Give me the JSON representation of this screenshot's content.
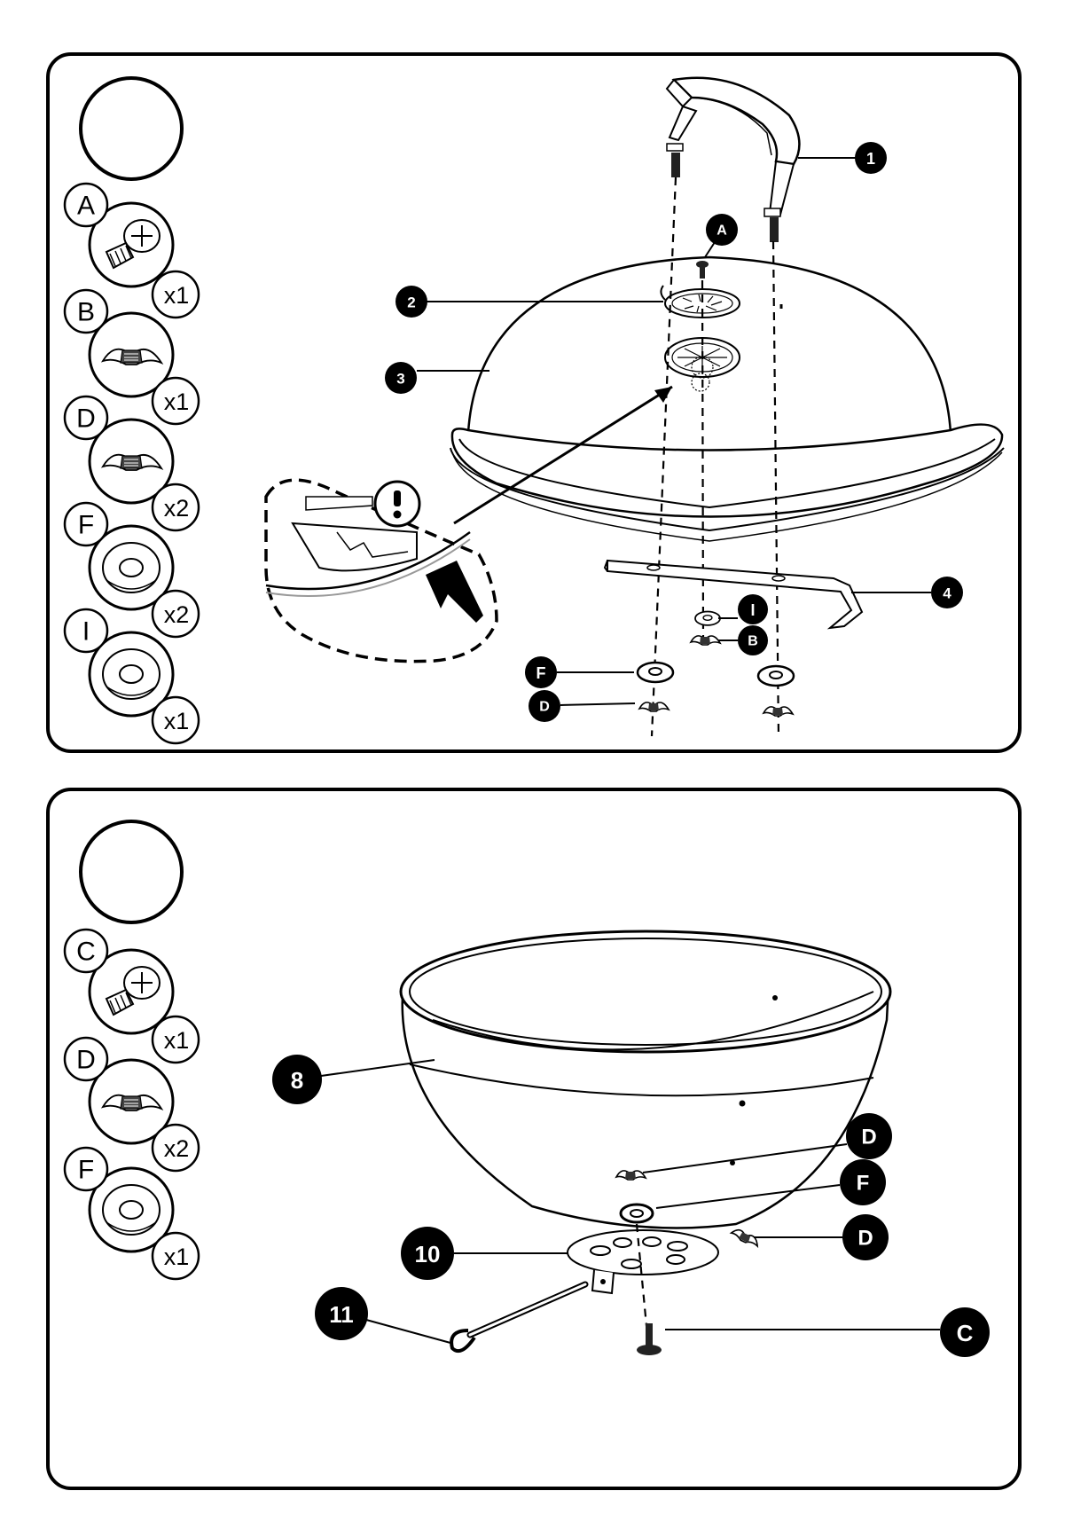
{
  "panel1": {
    "hardware": [
      {
        "letter": "A",
        "qty": "x1",
        "type": "screw"
      },
      {
        "letter": "B",
        "qty": "x1",
        "type": "wing-nut"
      },
      {
        "letter": "D",
        "qty": "x2",
        "type": "wing-nut"
      },
      {
        "letter": "F",
        "qty": "x2",
        "type": "washer"
      },
      {
        "letter": "I",
        "qty": "x1",
        "type": "washer"
      }
    ],
    "callouts": {
      "handle": "1",
      "vent_cover": "2",
      "lid": "3",
      "bracket": "4",
      "screw_a": "A",
      "washer_i": "I",
      "wing_nut_b": "B",
      "washer_f": "F",
      "wing_nut_d": "D"
    },
    "warning_symbol": "!"
  },
  "panel2": {
    "hardware": [
      {
        "letter": "C",
        "qty": "x1",
        "type": "screw"
      },
      {
        "letter": "D",
        "qty": "x2",
        "type": "wing-nut"
      },
      {
        "letter": "F",
        "qty": "x1",
        "type": "washer"
      }
    ],
    "callouts": {
      "bowl": "8",
      "wing_nut_d_top": "D",
      "washer_f": "F",
      "wing_nut_d_side": "D",
      "ash_plate": "10",
      "ash_handle": "11",
      "screw_c": "C"
    }
  },
  "colors": {
    "ink": "#000000",
    "paper": "#ffffff",
    "rim_gray": "#8a8a8a"
  }
}
